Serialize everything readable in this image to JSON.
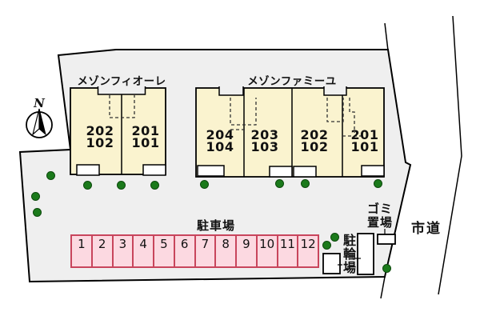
{
  "compass": {
    "label": "N"
  },
  "buildings": [
    {
      "name": "メゾンフィオーレ",
      "units": [
        {
          "upper": "202",
          "lower": "102"
        },
        {
          "upper": "201",
          "lower": "101"
        }
      ]
    },
    {
      "name": "メゾンファミーユ",
      "units": [
        {
          "upper": "204",
          "lower": "104"
        },
        {
          "upper": "203",
          "lower": "103"
        },
        {
          "upper": "202",
          "lower": "102"
        },
        {
          "upper": "201",
          "lower": "101"
        }
      ]
    }
  ],
  "parking": {
    "label": "駐車場",
    "stalls": [
      "1",
      "2",
      "3",
      "4",
      "5",
      "6",
      "7",
      "8",
      "9",
      "10",
      "11",
      "12"
    ]
  },
  "bicycle_parking": {
    "label": "駐輪場"
  },
  "garbage_area": {
    "label": "ゴミ置場"
  },
  "road": {
    "label": "市道"
  },
  "colors": {
    "site_fill": "#efefef",
    "outline": "#000000",
    "building_fill": "#faf3cf",
    "parking_fill": "#fcd9e1",
    "parking_border": "#c8455c",
    "tree_green": "#1b7a1b",
    "text": "#111111"
  }
}
